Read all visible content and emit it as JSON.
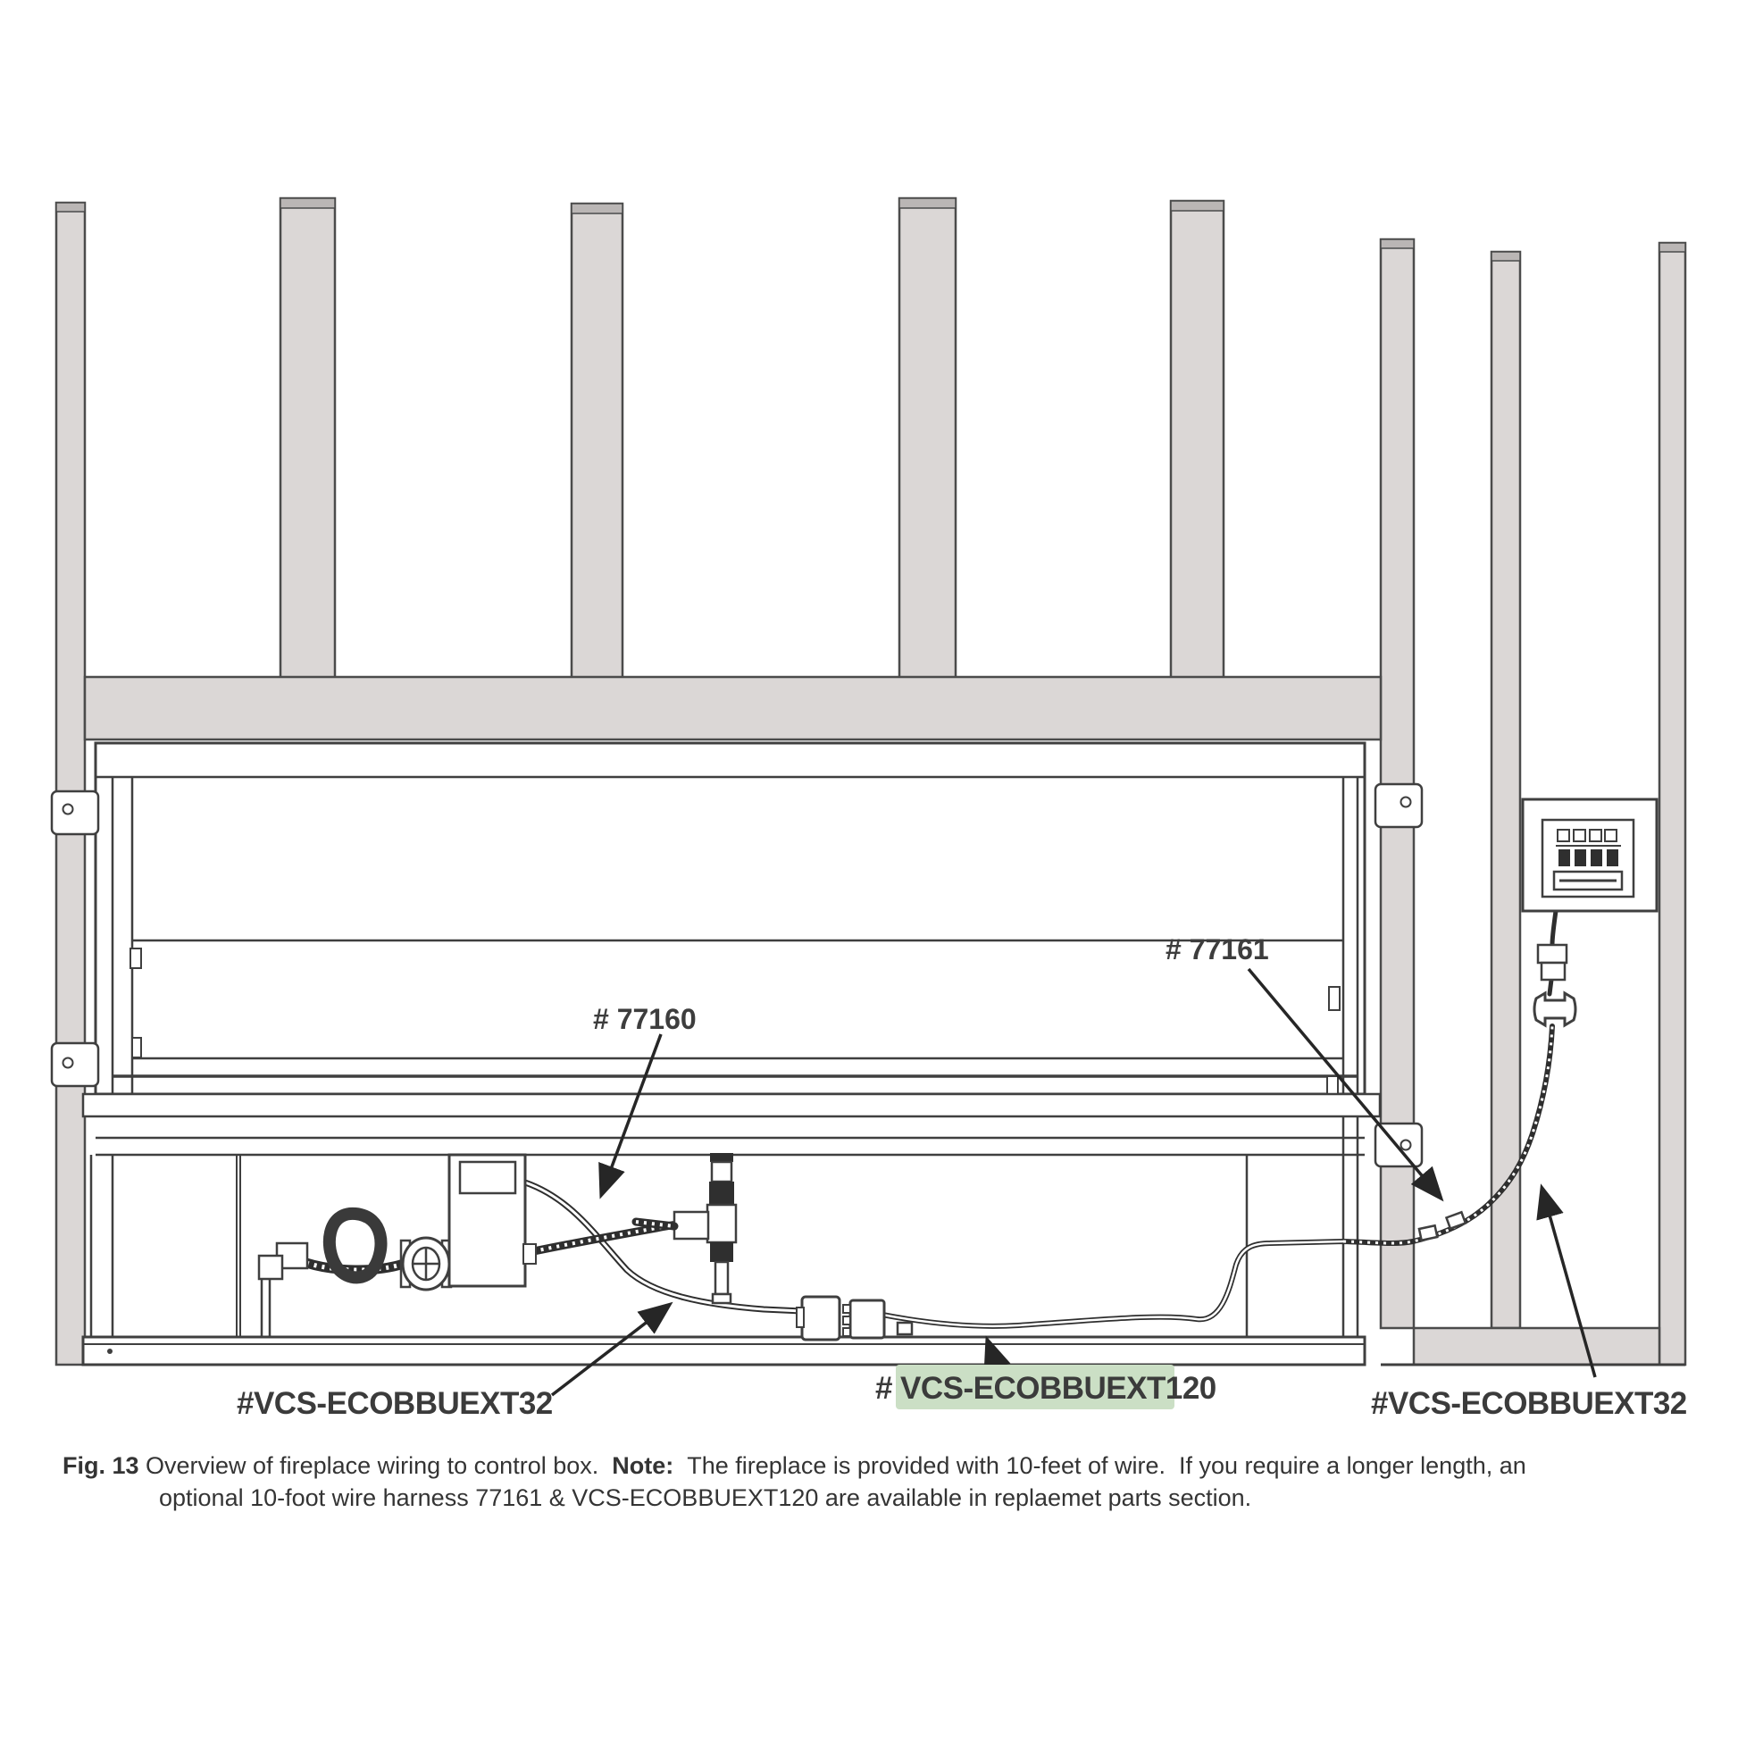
{
  "diagram": {
    "part_labels": {
      "harness_77160": "# 77160",
      "harness_77161": "# 77161",
      "ext32_left": "#VCS-ECOBBUEXT32",
      "ext120_hash": "#",
      "ext120": "VCS-ECOBBUEXT120",
      "ext32_right": "#VCS-ECOBBUEXT32"
    },
    "caption": {
      "fig_label": "Fig. 13",
      "line1_a": " Overview of fireplace wiring to control box.  ",
      "note_label": "Note:",
      "line1_b": "  The fireplace is provided with 10-feet of wire.  If you require a longer length, an",
      "line2": "optional 10-foot wire harness 77161 & VCS-ECOBBUEXT120 are available in replaemet parts section."
    },
    "colors": {
      "highlight_green": "#cbdfc5",
      "highlight_text": "#3e4a3e",
      "stud_gray": "#dbd7d6",
      "line_dark": "#3f3f3f"
    }
  }
}
